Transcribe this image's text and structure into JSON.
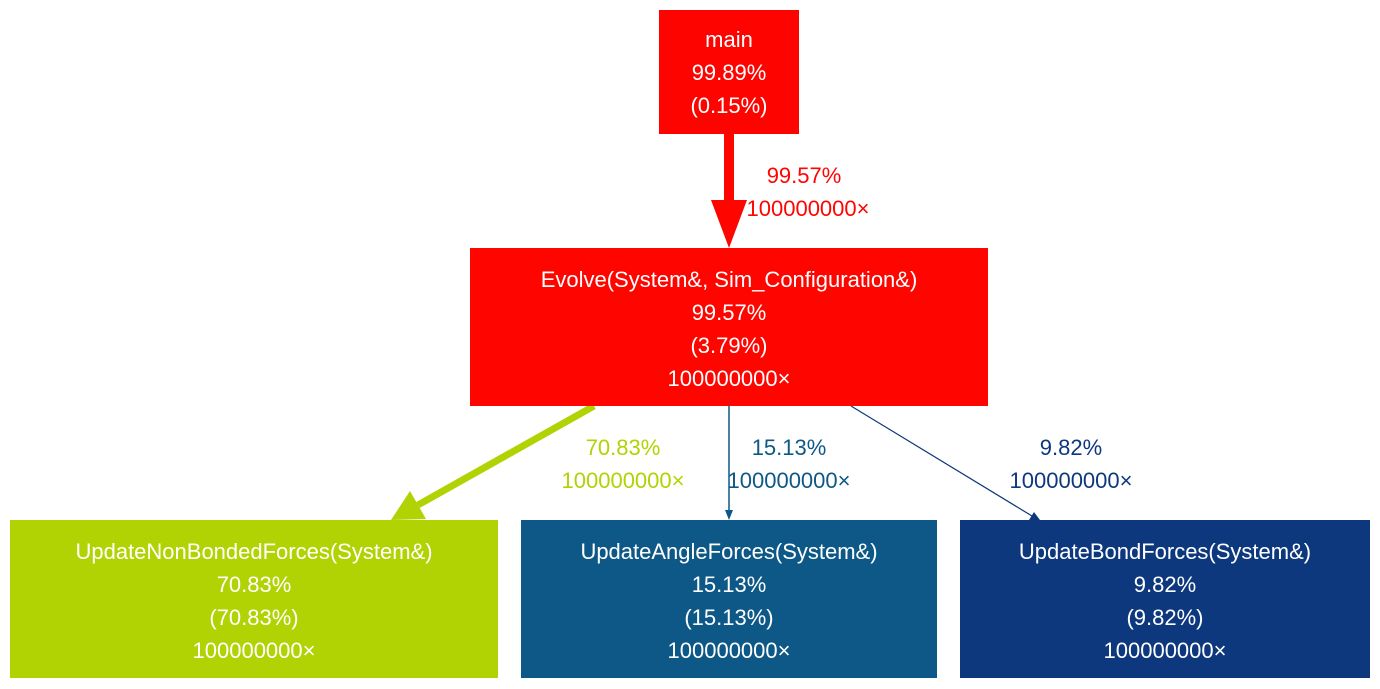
{
  "nodes": [
    {
      "id": "main",
      "lines": [
        "main",
        "99.89%",
        "(0.15%)"
      ],
      "color": "#fe0400"
    },
    {
      "id": "evolve",
      "lines": [
        "Evolve(System&, Sim_Configuration&)",
        "99.57%",
        "(3.79%)",
        "100000000×"
      ],
      "color": "#fe0500"
    },
    {
      "id": "nonbonded",
      "lines": [
        "UpdateNonBondedForces(System&)",
        "70.83%",
        "(70.83%)",
        "100000000×"
      ],
      "color": "#b1d303"
    },
    {
      "id": "angle",
      "lines": [
        "UpdateAngleForces(System&)",
        "15.13%",
        "(15.13%)",
        "100000000×"
      ],
      "color": "#0d5886"
    },
    {
      "id": "bond",
      "lines": [
        "UpdateBondForces(System&)",
        "9.82%",
        "(9.82%)",
        "100000000×"
      ],
      "color": "#0d387d"
    }
  ],
  "edges": [
    {
      "from": "main",
      "to": "evolve",
      "lines": [
        "99.57%",
        "100000000×"
      ],
      "color": "#fe0500"
    },
    {
      "from": "evolve",
      "to": "nonbonded",
      "lines": [
        "70.83%",
        "100000000×"
      ],
      "color": "#b1d303"
    },
    {
      "from": "evolve",
      "to": "angle",
      "lines": [
        "15.13%",
        "100000000×"
      ],
      "color": "#0d5886"
    },
    {
      "from": "evolve",
      "to": "bond",
      "lines": [
        "9.82%",
        "100000000×"
      ],
      "color": "#0d387d"
    }
  ]
}
